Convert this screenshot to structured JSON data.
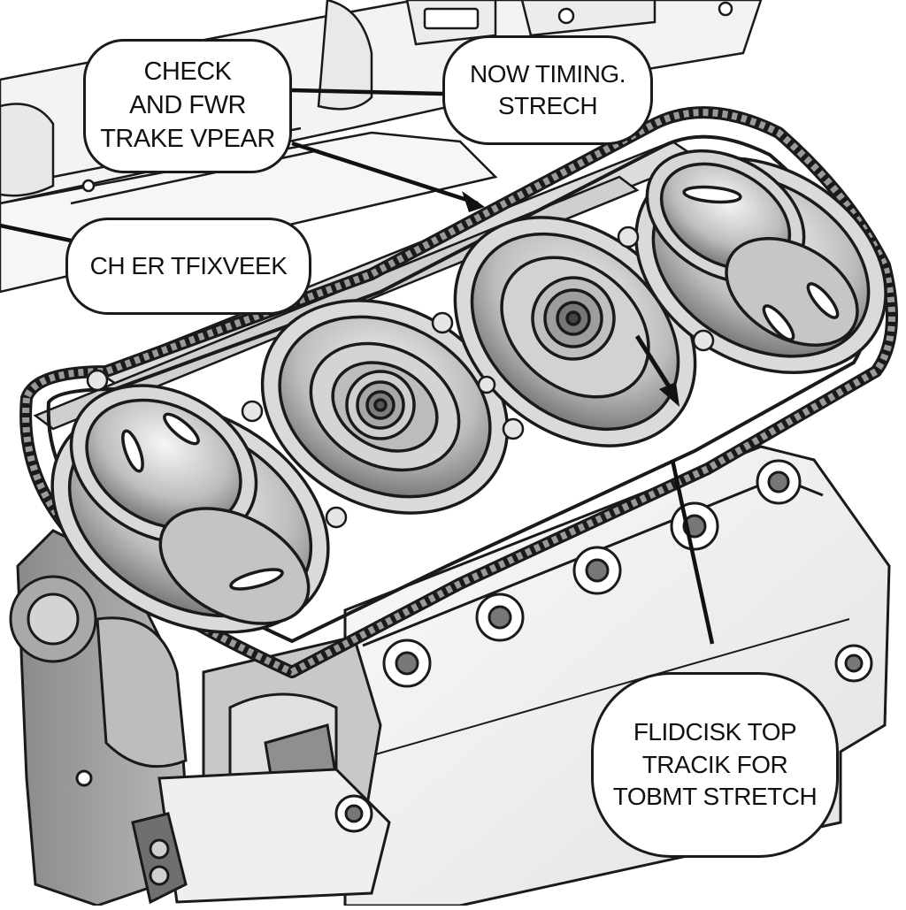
{
  "callouts": {
    "check_wear": {
      "lines": [
        "CHECK",
        "AND FWR",
        "TRAKE VPEAR"
      ]
    },
    "timing_stretch": {
      "lines": [
        "NOW TIMING.",
        "STRECH"
      ]
    },
    "fix_week": {
      "lines": [
        "CH ER TFIXVEEK"
      ]
    },
    "track_stretch": {
      "lines": [
        "FLIDCISK TOP",
        "TRACIK FOR",
        "TOBMT STRETCH"
      ]
    }
  },
  "colors": {
    "line": "#1a1a1a",
    "metal_light": "#f4f4f4",
    "metal_mid": "#cfcfcf",
    "metal_dark": "#9a9a9a"
  },
  "icons": [
    "engine-block",
    "timing-chain",
    "camshaft-sprocket",
    "arrow"
  ]
}
